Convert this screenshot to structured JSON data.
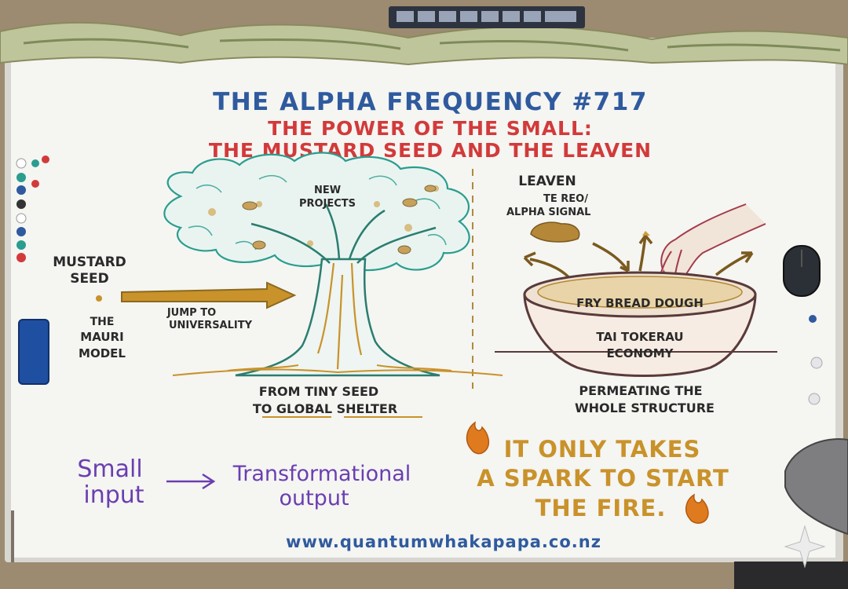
{
  "header_strip": {
    "cells": [
      "",
      "",
      "",
      "",
      "",
      "",
      "",
      ""
    ]
  },
  "title": {
    "line1": "THE ALPHA FREQUENCY #717",
    "line2": "THE POWER OF THE SMALL:",
    "line3": "THE MUSTARD SEED AND THE LEAVEN"
  },
  "left": {
    "tree_label": [
      "NEW",
      "PROJECTS"
    ],
    "seed_label": [
      "MUSTARD",
      "SEED"
    ],
    "arrow_label": [
      "JUMP TO",
      "UNIVERSALITY"
    ],
    "model_label": [
      "THE",
      "MAURI",
      "MODEL"
    ],
    "caption": [
      "FROM TINY SEED",
      "TO GLOBAL SHELTER"
    ]
  },
  "right": {
    "leaven_title": "LEAVEN",
    "leaven_sub": [
      "TE REO/",
      "ALPHA SIGNAL"
    ],
    "dough_label": "FRY BREAD DOUGH",
    "bowl_label": [
      "TAI TOKERAU",
      "ECONOMY"
    ],
    "caption": [
      "PERMEATING THE",
      "WHOLE STRUCTURE"
    ]
  },
  "bottom": {
    "small": [
      "Small",
      "input"
    ],
    "output": [
      "Transformational",
      "output"
    ],
    "spark": [
      "IT ONLY TAKES",
      "A SPARK TO START",
      "THE FIRE."
    ],
    "url": "www.quantumwhakapapa.co.nz"
  },
  "colors": {
    "title_blue": "#2f5a9e",
    "title_red": "#d23a3a",
    "purple": "#6a3fb0",
    "gold": "#c9922a",
    "orange": "#e07a1e",
    "ink": "#2a2a2a",
    "teal": "#2a9d8f"
  },
  "icons": [
    "fire-icon",
    "bird-icon",
    "hand-icon",
    "magnet-icon",
    "eraser-icon",
    "mouse-icon"
  ]
}
